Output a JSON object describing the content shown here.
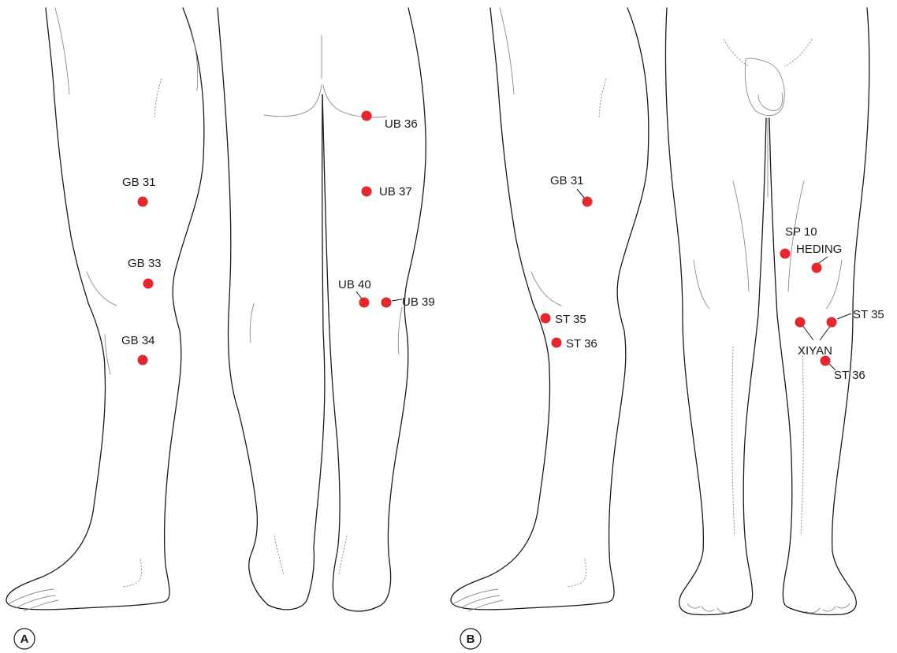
{
  "colors": {
    "acupoint": "#e8262f",
    "outline": "#1a1a1a",
    "detail": "#8a8a8a"
  },
  "panels": [
    {
      "id": "A",
      "points": [
        {
          "id": "GB31",
          "label": "GB 31"
        },
        {
          "id": "GB33",
          "label": "GB 33"
        },
        {
          "id": "GB34",
          "label": "GB 34"
        },
        {
          "id": "UB36",
          "label": "UB 36"
        },
        {
          "id": "UB37",
          "label": "UB 37"
        },
        {
          "id": "UB40",
          "label": "UB 40"
        },
        {
          "id": "UB39",
          "label": "UB 39"
        }
      ]
    },
    {
      "id": "B",
      "points": [
        {
          "id": "GB31",
          "label": "GB 31"
        },
        {
          "id": "ST35L",
          "label": "ST 35"
        },
        {
          "id": "ST36L",
          "label": "ST 36"
        },
        {
          "id": "SP10",
          "label": "SP 10"
        },
        {
          "id": "HEDING",
          "label": "HEDING"
        },
        {
          "id": "ST35F",
          "label": "ST 35"
        },
        {
          "id": "XIYAN",
          "label": "XIYAN"
        },
        {
          "id": "ST36F",
          "label": "ST 36"
        }
      ]
    }
  ]
}
